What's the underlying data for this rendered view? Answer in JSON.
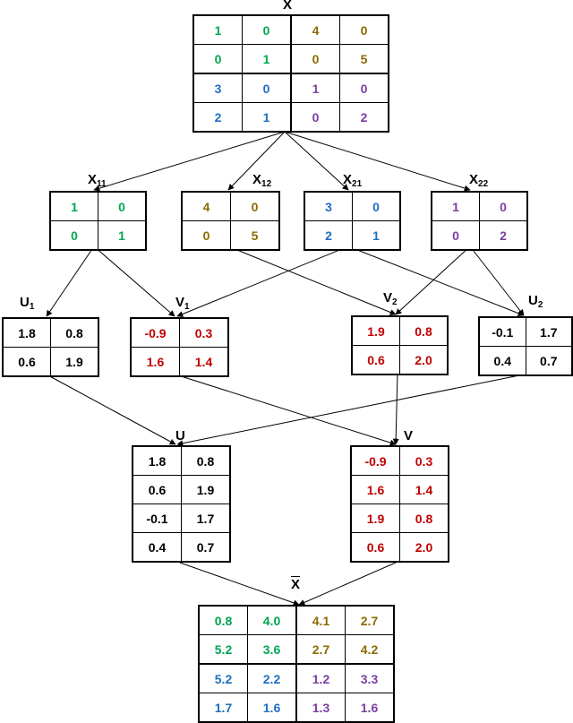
{
  "colors": {
    "green": "#00a651",
    "olive": "#8b6b00",
    "blue": "#1f6fc2",
    "purple": "#7b3fa0",
    "red": "#c00000",
    "black": "#000000"
  },
  "X": {
    "label": "X",
    "rows": [
      [
        {
          "v": "1",
          "c": "green"
        },
        {
          "v": "0",
          "c": "green"
        },
        {
          "v": "4",
          "c": "olive"
        },
        {
          "v": "0",
          "c": "olive"
        }
      ],
      [
        {
          "v": "0",
          "c": "green"
        },
        {
          "v": "1",
          "c": "green"
        },
        {
          "v": "0",
          "c": "olive"
        },
        {
          "v": "5",
          "c": "olive"
        }
      ],
      [
        {
          "v": "3",
          "c": "blue"
        },
        {
          "v": "0",
          "c": "blue"
        },
        {
          "v": "1",
          "c": "purple"
        },
        {
          "v": "0",
          "c": "purple"
        }
      ],
      [
        {
          "v": "2",
          "c": "blue"
        },
        {
          "v": "1",
          "c": "blue"
        },
        {
          "v": "0",
          "c": "purple"
        },
        {
          "v": "2",
          "c": "purple"
        }
      ]
    ]
  },
  "X11": {
    "label_main": "X",
    "label_sub": "11",
    "rows": [
      [
        {
          "v": "1",
          "c": "green"
        },
        {
          "v": "0",
          "c": "green"
        }
      ],
      [
        {
          "v": "0",
          "c": "green"
        },
        {
          "v": "1",
          "c": "green"
        }
      ]
    ]
  },
  "X12": {
    "label_main": "X",
    "label_sub": "12",
    "rows": [
      [
        {
          "v": "4",
          "c": "olive"
        },
        {
          "v": "0",
          "c": "olive"
        }
      ],
      [
        {
          "v": "0",
          "c": "olive"
        },
        {
          "v": "5",
          "c": "olive"
        }
      ]
    ]
  },
  "X21": {
    "label_main": "X",
    "label_sub": "21",
    "rows": [
      [
        {
          "v": "3",
          "c": "blue"
        },
        {
          "v": "0",
          "c": "blue"
        }
      ],
      [
        {
          "v": "2",
          "c": "blue"
        },
        {
          "v": "1",
          "c": "blue"
        }
      ]
    ]
  },
  "X22": {
    "label_main": "X",
    "label_sub": "22",
    "rows": [
      [
        {
          "v": "1",
          "c": "purple"
        },
        {
          "v": "0",
          "c": "purple"
        }
      ],
      [
        {
          "v": "0",
          "c": "purple"
        },
        {
          "v": "2",
          "c": "purple"
        }
      ]
    ]
  },
  "U1": {
    "label_main": "U",
    "label_sub": "1",
    "rows": [
      [
        {
          "v": "1.8",
          "c": "black"
        },
        {
          "v": "0.8",
          "c": "black"
        }
      ],
      [
        {
          "v": "0.6",
          "c": "black"
        },
        {
          "v": "1.9",
          "c": "black"
        }
      ]
    ]
  },
  "V1": {
    "label_main": "V",
    "label_sub": "1",
    "rows": [
      [
        {
          "v": "-0.9",
          "c": "red"
        },
        {
          "v": "0.3",
          "c": "red"
        }
      ],
      [
        {
          "v": "1.6",
          "c": "red"
        },
        {
          "v": "1.4",
          "c": "red"
        }
      ]
    ]
  },
  "V2": {
    "label_main": "V",
    "label_sub": "2",
    "rows": [
      [
        {
          "v": "1.9",
          "c": "red"
        },
        {
          "v": "0.8",
          "c": "red"
        }
      ],
      [
        {
          "v": "0.6",
          "c": "red"
        },
        {
          "v": "2.0",
          "c": "red"
        }
      ]
    ]
  },
  "U2": {
    "label_main": "U",
    "label_sub": "2",
    "rows": [
      [
        {
          "v": "-0.1",
          "c": "black"
        },
        {
          "v": "1.7",
          "c": "black"
        }
      ],
      [
        {
          "v": "0.4",
          "c": "black"
        },
        {
          "v": "0.7",
          "c": "black"
        }
      ]
    ]
  },
  "U": {
    "label": "U",
    "rows": [
      [
        {
          "v": "1.8",
          "c": "black"
        },
        {
          "v": "0.8",
          "c": "black"
        }
      ],
      [
        {
          "v": "0.6",
          "c": "black"
        },
        {
          "v": "1.9",
          "c": "black"
        }
      ],
      [
        {
          "v": "-0.1",
          "c": "black"
        },
        {
          "v": "1.7",
          "c": "black"
        }
      ],
      [
        {
          "v": "0.4",
          "c": "black"
        },
        {
          "v": "0.7",
          "c": "black"
        }
      ]
    ]
  },
  "V": {
    "label": "V",
    "rows": [
      [
        {
          "v": "-0.9",
          "c": "red"
        },
        {
          "v": "0.3",
          "c": "red"
        }
      ],
      [
        {
          "v": "1.6",
          "c": "red"
        },
        {
          "v": "1.4",
          "c": "red"
        }
      ],
      [
        {
          "v": "1.9",
          "c": "red"
        },
        {
          "v": "0.8",
          "c": "red"
        }
      ],
      [
        {
          "v": "0.6",
          "c": "red"
        },
        {
          "v": "2.0",
          "c": "red"
        }
      ]
    ]
  },
  "Xbar": {
    "label": "X",
    "rows": [
      [
        {
          "v": "0.8",
          "c": "green"
        },
        {
          "v": "4.0",
          "c": "green"
        },
        {
          "v": "4.1",
          "c": "olive"
        },
        {
          "v": "2.7",
          "c": "olive"
        }
      ],
      [
        {
          "v": "5.2",
          "c": "green"
        },
        {
          "v": "3.6",
          "c": "green"
        },
        {
          "v": "2.7",
          "c": "olive"
        },
        {
          "v": "4.2",
          "c": "olive"
        }
      ],
      [
        {
          "v": "5.2",
          "c": "blue"
        },
        {
          "v": "2.2",
          "c": "blue"
        },
        {
          "v": "1.2",
          "c": "purple"
        },
        {
          "v": "3.3",
          "c": "purple"
        }
      ],
      [
        {
          "v": "1.7",
          "c": "blue"
        },
        {
          "v": "1.6",
          "c": "blue"
        },
        {
          "v": "1.3",
          "c": "purple"
        },
        {
          "v": "1.6",
          "c": "purple"
        }
      ]
    ]
  }
}
